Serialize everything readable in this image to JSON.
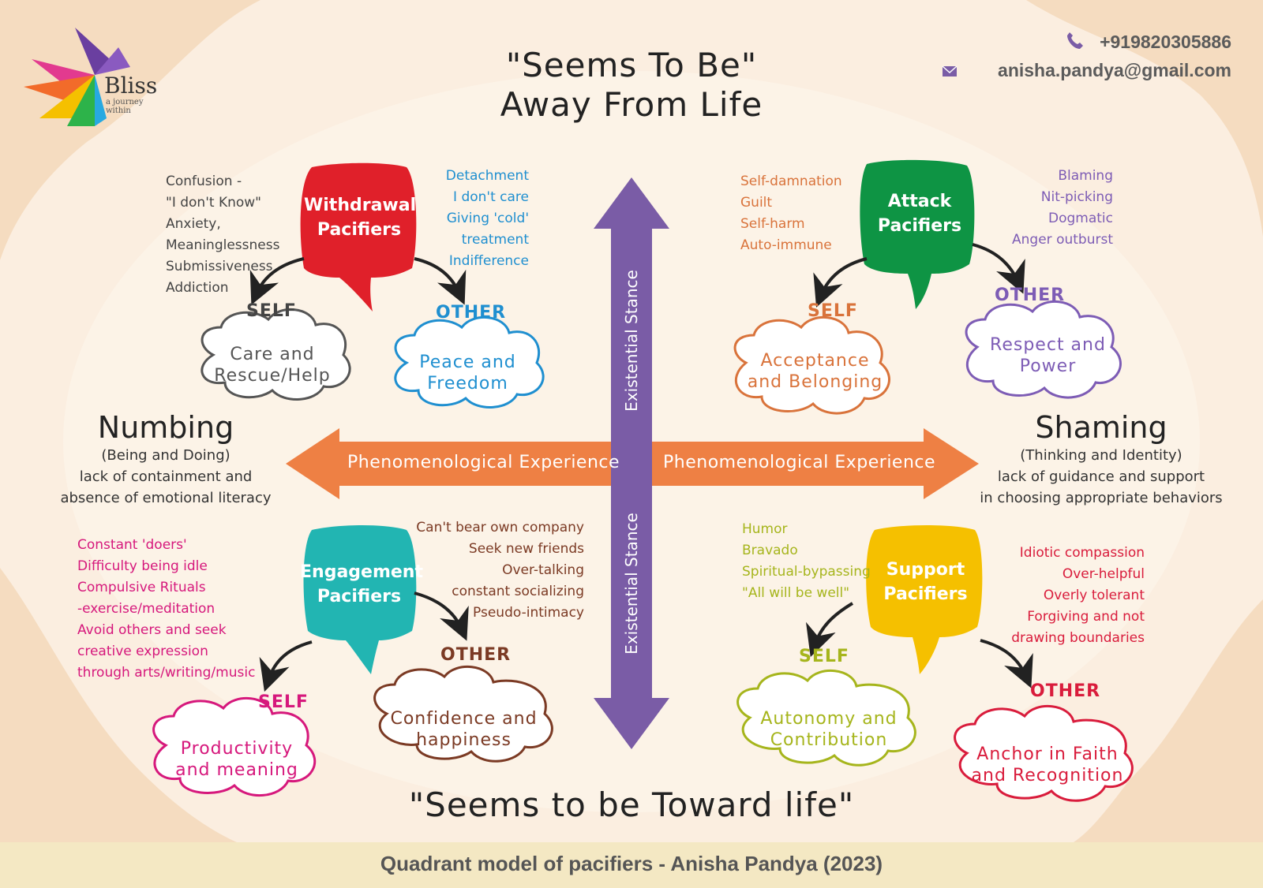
{
  "brand": {
    "name": "Bliss",
    "tagline_line1": "a journey",
    "tagline_line2": "within"
  },
  "contact": {
    "phone": "+919820305886",
    "email": "anisha.pandya@gmail.com"
  },
  "titles": {
    "top_line1": "\"Seems To Be\"",
    "top_line2": "Away From Life",
    "bottom": "\"Seems to be Toward life\""
  },
  "axes": {
    "horizontal_left": "Phenomenological Experience",
    "horizontal_right": "Phenomenological Experience",
    "vertical_top": "Existential Stance",
    "vertical_bottom": "Existential Stance"
  },
  "sides": {
    "left": {
      "heading": "Numbing",
      "line1": "(Being and Doing)",
      "line2": "lack of containment and",
      "line3": "absence of emotional literacy"
    },
    "right": {
      "heading": "Shaming",
      "line1": "(Thinking and Identity)",
      "line2": "lack of guidance and support",
      "line3": "in choosing appropriate behaviors"
    }
  },
  "quadrants": {
    "withdrawal": {
      "bubble_line1": "Withdrawal",
      "bubble_line2": "Pacifiers",
      "color": "#e0202a",
      "self_items": [
        "Confusion -",
        "\"I don't Know\"",
        "Anxiety,",
        "Meaninglessness",
        "Submissiveness",
        "Addiction"
      ],
      "other_items": [
        "Detachment",
        "I don't care",
        "Giving 'cold'",
        "treatment",
        "Indifference"
      ],
      "self_label": "SELF",
      "other_label": "OTHER",
      "self_need_line1": "Care and",
      "self_need_line2": "Rescue/Help",
      "other_need_line1": "Peace and",
      "other_need_line2": "Freedom",
      "self_color": "#555555",
      "other_color": "#1f8fd0"
    },
    "attack": {
      "bubble_line1": "Attack",
      "bubble_line2": "Pacifiers",
      "color": "#0e9444",
      "self_items": [
        "Self-damnation",
        "Guilt",
        "Self-harm",
        "Auto-immune"
      ],
      "other_items": [
        "Blaming",
        "Nit-picking",
        "Dogmatic",
        "Anger outburst"
      ],
      "self_label": "SELF",
      "other_label": "OTHER",
      "self_need_line1": "Acceptance",
      "self_need_line2": "and Belonging",
      "other_need_line1": "Respect and",
      "other_need_line2": "Power",
      "self_color": "#d9733b",
      "other_color": "#7d5cb5"
    },
    "engagement": {
      "bubble_line1": "Engagement",
      "bubble_line2": "Pacifiers",
      "color": "#22b5b2",
      "self_items": [
        "Constant 'doers'",
        "Difficulty being idle",
        "Compulsive Rituals",
        " -exercise/meditation",
        "Avoid others and seek",
        "creative expression",
        "through arts/writing/music"
      ],
      "other_items": [
        "Can't bear own company",
        "Seek new friends",
        "Over-talking",
        "constant socializing",
        "Pseudo-intimacy"
      ],
      "self_label": "SELF",
      "other_label": "OTHER",
      "self_need_line1": "Productivity",
      "self_need_line2": "and meaning",
      "other_need_line1": "Confidence and",
      "other_need_line2": "happiness",
      "self_color": "#d6187c",
      "other_color": "#7b3a24"
    },
    "support": {
      "bubble_line1": "Support",
      "bubble_line2": "Pacifiers",
      "color": "#f5c000",
      "self_items": [
        "Humor",
        "Bravado",
        "Spiritual-bypassing",
        "\"All will be well\""
      ],
      "other_items": [
        "Idiotic compassion",
        "Over-helpful",
        "Overly tolerant",
        "Forgiving and not",
        "drawing boundaries"
      ],
      "self_label": "SELF",
      "other_label": "OTHER",
      "self_need_line1": "Autonomy and",
      "self_need_line2": "Contribution",
      "other_need_line1": "Anchor in Faith",
      "other_need_line2": "and Recognition",
      "self_color": "#a6b51c",
      "other_color": "#d91c3c"
    }
  },
  "colors": {
    "vertical_arrow": "#7a5ca6",
    "horizontal_arrow": "#ee8044",
    "background": "#fbeee0"
  },
  "footer": "Quadrant model of pacifiers - Anisha Pandya (2023)"
}
